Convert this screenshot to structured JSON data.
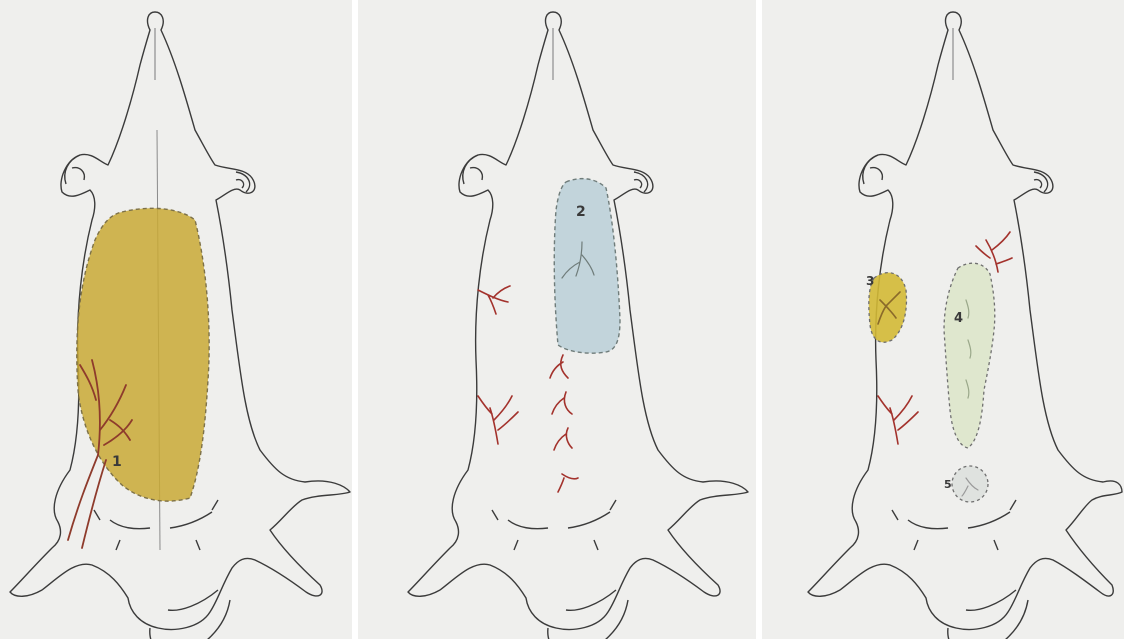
{
  "figure": {
    "panels": [
      {
        "id": "panel-1",
        "labels": [
          {
            "text": "1"
          }
        ],
        "colors": {
          "region": "#c9a935",
          "region_stroke": "#7d7148",
          "vessels": "#8e3b2c"
        }
      },
      {
        "id": "panel-2",
        "labels": [
          {
            "text": "2"
          }
        ],
        "colors": {
          "region": "#bcd0d8",
          "region_stroke": "#6f7c7a",
          "vessels": "#a3322c"
        }
      },
      {
        "id": "panel-3",
        "labels": [
          {
            "text": "3"
          },
          {
            "text": "4"
          },
          {
            "text": "5"
          }
        ],
        "colors": {
          "region_3": "#d3b935",
          "region_4": "#dde6cc",
          "region_5": "#dfe2df",
          "region_stroke": "#6f6f6f",
          "vessels": "#a3322c"
        }
      }
    ],
    "colors": {
      "paper": "#efefed",
      "outline": "#3b3b3b"
    }
  }
}
